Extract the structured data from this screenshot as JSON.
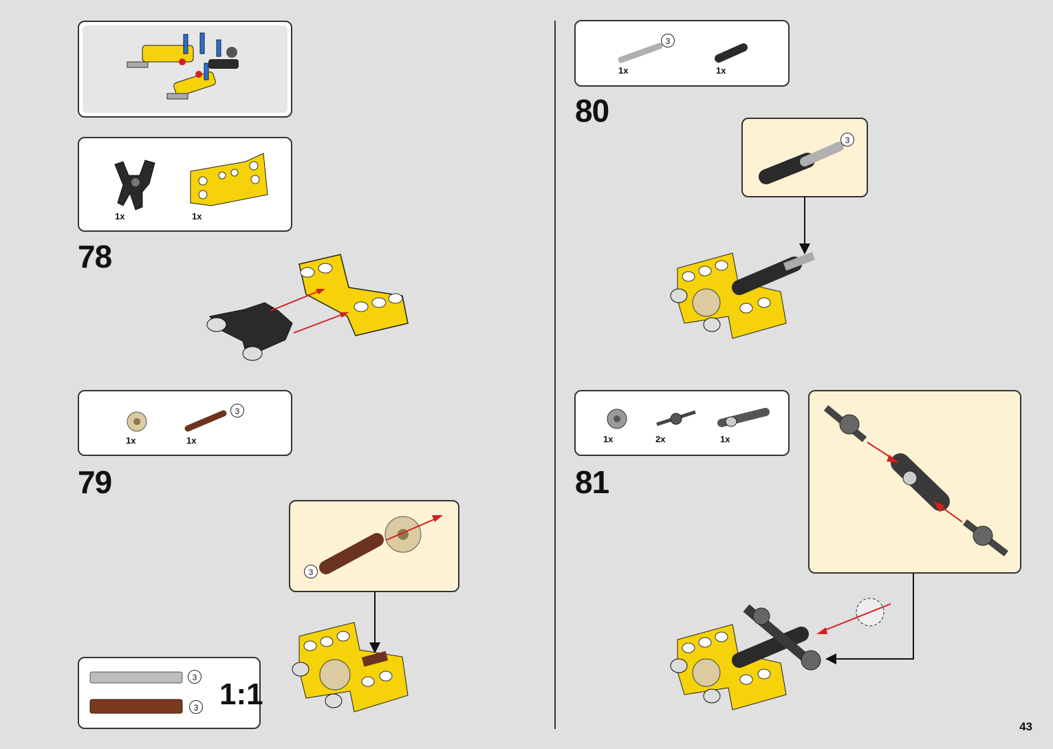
{
  "page": {
    "number": "43"
  },
  "steps": [
    {
      "number": "78",
      "parts": [
        {
          "qty": "1x"
        },
        {
          "qty": "1x"
        }
      ]
    },
    {
      "number": "79",
      "parts": [
        {
          "qty": "1x"
        },
        {
          "qty": "1x",
          "length": "3"
        }
      ],
      "callout_length": "3"
    },
    {
      "number": "80",
      "parts": [
        {
          "qty": "1x",
          "length": "3"
        },
        {
          "qty": "1x"
        }
      ],
      "callout_length": "3"
    },
    {
      "number": "81",
      "parts": [
        {
          "qty": "1x"
        },
        {
          "qty": "2x"
        },
        {
          "qty": "1x"
        }
      ]
    }
  ],
  "scale_guide": {
    "ratio": "1:1",
    "axle_lengths": [
      "3",
      "3"
    ]
  },
  "colors": {
    "yellow": "#f5d20a",
    "black": "#2a2a2a",
    "grey": "#9a9a9a",
    "brown": "#6b3320",
    "tan": "#dccaa0",
    "arrow_red": "#d42020",
    "callout_bg": "#fdf3d4",
    "page_bg": "#e0e0e0"
  }
}
